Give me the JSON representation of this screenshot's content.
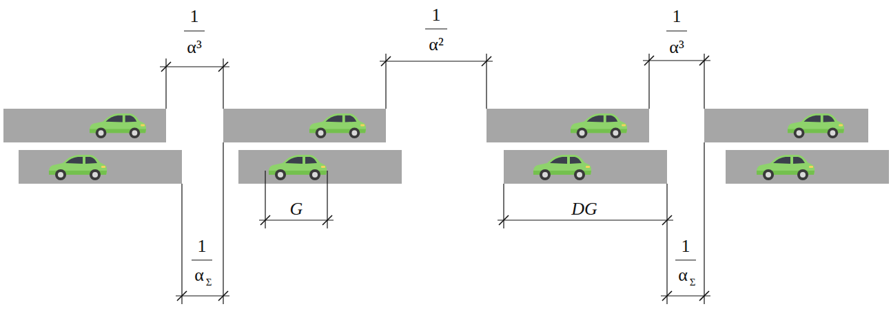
{
  "diagram": {
    "labels": [
      "1",
      "α³",
      "1",
      "α²",
      "1",
      "α³",
      "G",
      "DG",
      "1",
      "α",
      "Σ",
      "1",
      "α",
      "Σ"
    ]
  }
}
